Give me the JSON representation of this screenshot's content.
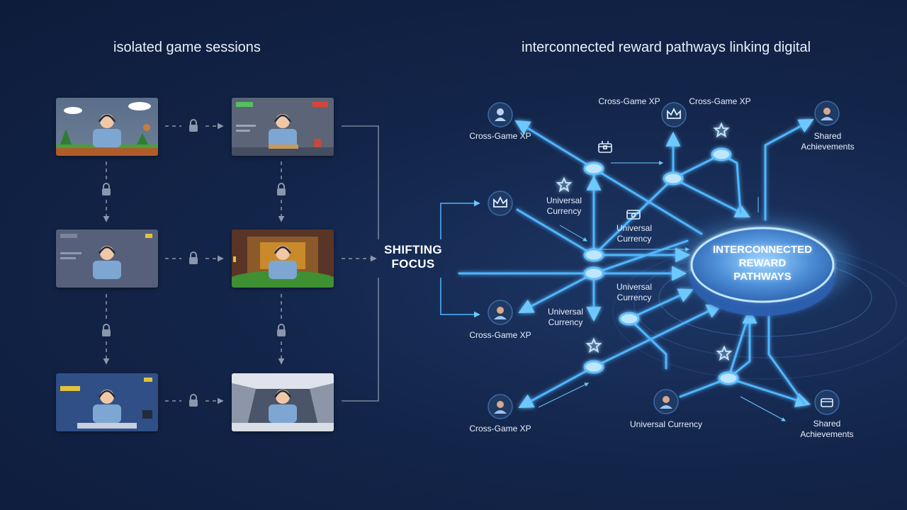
{
  "titles": {
    "left": "isolated game sessions",
    "right": "interconnected reward pathways linking digital"
  },
  "center": {
    "line1": "SHIFTING",
    "line2": "FOCUS"
  },
  "hub": {
    "line1": "INTERCONNECTED",
    "line2": "REWARD",
    "line3": "PATHWAYS"
  },
  "labels": {
    "xp_top_left": "Cross-Game XP",
    "xp_top_a": "Cross-Game XP",
    "xp_top_b": "Cross-Game XP",
    "shared_top": "Shared Achievements",
    "currency_a": "Universal Currency",
    "currency_b": "Universal Currency",
    "currency_c": "Universal Currency",
    "currency_d": "Universal Currency",
    "xp_mid": "Cross-Game XP",
    "xp_bottom": "Cross-Game XP",
    "currency_bottom": "Universal Currency",
    "shared_bottom": "Shared Achievements"
  },
  "colors": {
    "background": "#13254a",
    "arrow": "#4fb6ff",
    "glow": "#9ad8ff",
    "icon_ring": "#2a4a78"
  }
}
